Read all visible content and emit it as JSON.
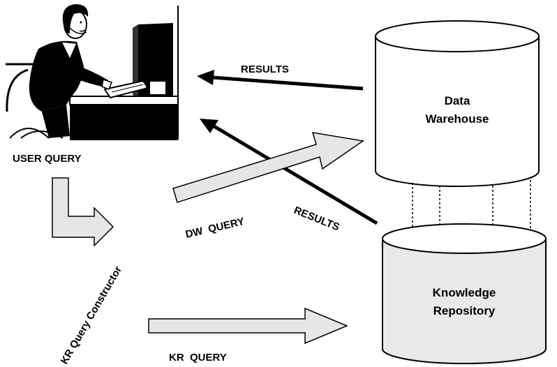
{
  "labels": {
    "results_top": "RESULTS",
    "results_diag": "RESULTS",
    "user_query": "USER QUERY",
    "dw_query": "DW  QUERY",
    "kr_query": "KR  QUERY",
    "kr_query_constructor": "KR Query Constructor"
  },
  "stores": {
    "data_warehouse": {
      "line1": "Data",
      "line2": "Warehouse"
    },
    "knowledge_repository": {
      "line1": "Knowledge",
      "line2": "Repository"
    }
  },
  "colors": {
    "ink": "#000000",
    "arrow_fill": "#e6e6e6",
    "cylinder_fill": "#e9e9e9",
    "cylinder_top_fill": "#ffffff"
  },
  "icons": {
    "user": "user-at-computer-icon"
  }
}
